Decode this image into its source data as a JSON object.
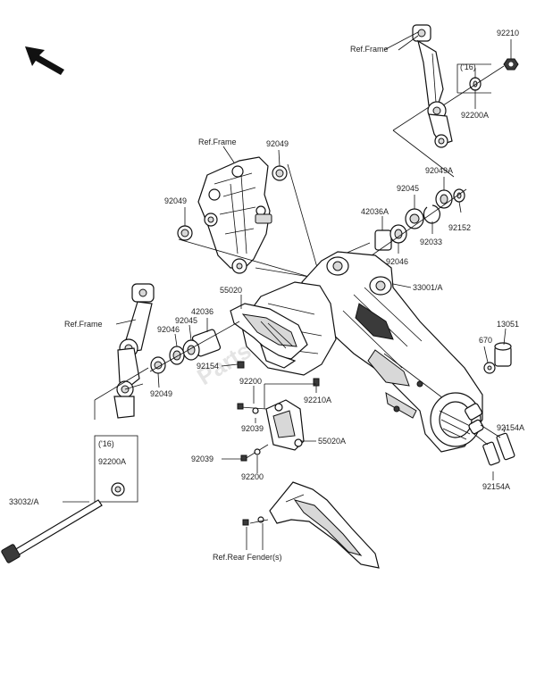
{
  "labels": {
    "p92210": "92210",
    "ref_frame_top": "Ref.Frame",
    "y16_top": "('16)",
    "p92200A_top": "92200A",
    "ref_frame_mid": "Ref.Frame",
    "p92049_mid_r": "92049",
    "p92049_mid_l": "92049",
    "p92049A": "92049A",
    "p92045_r": "92045",
    "p42036A": "42036A",
    "p92152": "92152",
    "p92033": "92033",
    "p92046_r": "92046",
    "p33001A": "33001/A",
    "p55020": "55020",
    "p42036": "42036",
    "p92045_l": "92045",
    "p92046_l": "92046",
    "ref_frame_left": "Ref.Frame",
    "p92154": "92154",
    "p92049_left": "92049",
    "p13051": "13051",
    "p670": "670",
    "p92200_a": "92200",
    "p92210A": "92210A",
    "p92039_a": "92039",
    "p55020A": "55020A",
    "p92154A_a": "92154A",
    "p92039_b": "92039",
    "p92200_b": "92200",
    "p92154A_b": "92154A",
    "y16_left": "('16)",
    "p92200A_left": "92200A",
    "p33032A": "33032/A",
    "ref_rear_fender": "Ref.Rear Fender(s)"
  },
  "watermark": "PartsRepublik",
  "icons": {
    "direction": "front-direction-arrow-icon"
  }
}
